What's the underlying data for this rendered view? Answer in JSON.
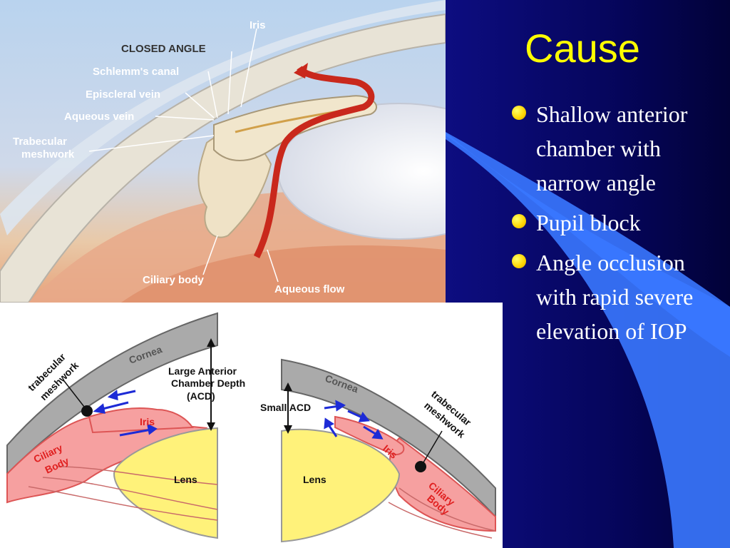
{
  "slide": {
    "title": "Cause",
    "bullets": [
      "Shallow anterior chamber with narrow angle",
      "Pupil block",
      "Angle occlusion with rapid severe elevation of IOP"
    ],
    "colors": {
      "title": "#ffff00",
      "background": "#1414a0",
      "text": "#ffffff",
      "bullet": "#ffd400"
    }
  },
  "top_illustration": {
    "labels": {
      "iris": "Iris",
      "closed_angle": "CLOSED ANGLE",
      "schlemms_canal": "Schlemm's canal",
      "episcleral_vein": "Episcleral vein",
      "aqueous_vein": "Aqueous vein",
      "trabecular_1": "Trabecular",
      "trabecular_2": "meshwork",
      "ciliary_body": "Ciliary body",
      "aqueous_flow": "Aqueous flow"
    }
  },
  "bottom_diagram": {
    "left": {
      "cornea": "Cornea",
      "trabecular_1": "trabecular",
      "trabecular_2": "meshwork",
      "acd_1": "Large Anterior",
      "acd_2": "Chamber Depth",
      "acd_3": "(ACD)",
      "iris": "Iris",
      "ciliary_1": "Ciliary",
      "ciliary_2": "Body",
      "lens": "Lens"
    },
    "right": {
      "cornea": "Cornea",
      "small_acd": "Small ACD",
      "trabecular_1": "trabecular",
      "trabecular_2": "meshwork",
      "iris": "Iris",
      "ciliary_1": "Ciliary",
      "ciliary_2": "Body",
      "lens": "Lens"
    }
  }
}
